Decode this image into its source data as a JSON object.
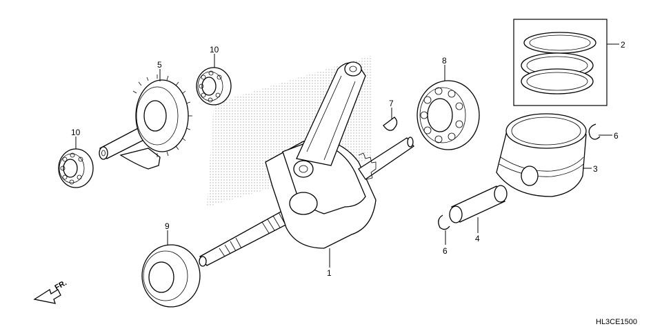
{
  "diagram": {
    "code": "HL3CE1500",
    "front_marker": "FR.",
    "callouts": [
      {
        "id": "crankshaft",
        "text": "1"
      },
      {
        "id": "piston-ring-set",
        "text": "2"
      },
      {
        "id": "piston",
        "text": "3"
      },
      {
        "id": "piston-pin",
        "text": "4"
      },
      {
        "id": "balancer-shaft",
        "text": "5"
      },
      {
        "id": "pin-clip-upper",
        "text": "6"
      },
      {
        "id": "pin-clip-lower",
        "text": "6"
      },
      {
        "id": "woodruff-key",
        "text": "7"
      },
      {
        "id": "right-bearing",
        "text": "8"
      },
      {
        "id": "left-bearing",
        "text": "9"
      },
      {
        "id": "balancer-bearing-upper",
        "text": "10"
      },
      {
        "id": "balancer-bearing-lower",
        "text": "10"
      }
    ]
  }
}
